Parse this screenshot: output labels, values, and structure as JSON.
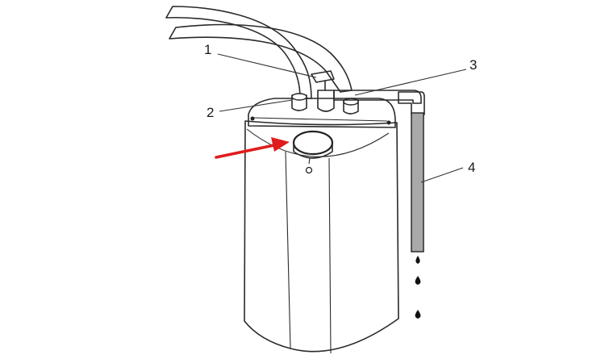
{
  "callouts": [
    {
      "id": "1",
      "label": "1"
    },
    {
      "id": "2",
      "label": "2"
    },
    {
      "id": "3",
      "label": "3"
    },
    {
      "id": "4",
      "label": "4"
    }
  ],
  "colors": {
    "stroke": "#2a2a2a",
    "arrow": "#e01c1c",
    "tank_fill": "#f7f7f7",
    "hose_fill": "#ededed",
    "pipe_fill": "#a9a9a9",
    "drop": "#111111"
  },
  "icons": {
    "arrow": "red-arrow-icon",
    "droplet": "water-droplet-icon"
  }
}
